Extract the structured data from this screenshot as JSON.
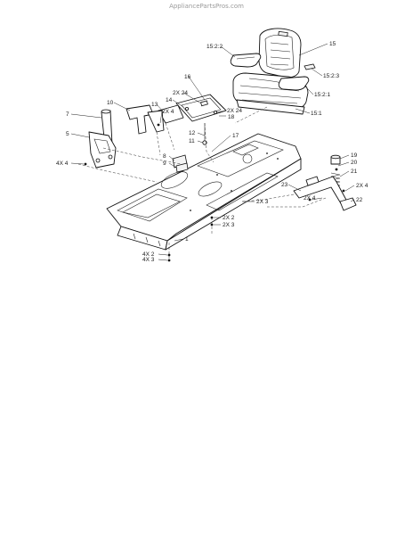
{
  "watermark": "AppliancePartsPros.com",
  "callouts": {
    "c_15": "15",
    "c_15_2_2": "15:2:2",
    "c_15_2_3": "15:2:3",
    "c_15_2_1": "15:2:1",
    "c_15_1": "15:1",
    "c_16": "16",
    "c_2x24_a": "2X 24",
    "c_14": "14",
    "c_2x24_b": "2X 24",
    "c_13": "13",
    "c_18": "18",
    "c_2x4_a": "2X 4",
    "c_10": "10",
    "c_7": "7",
    "c_5": "5",
    "c_12": "12",
    "c_11": "11",
    "c_17": "17",
    "c_8": "8",
    "c_9": "9",
    "c_4x4": "4X 4",
    "c_19": "19",
    "c_20": "20",
    "c_21": "21",
    "c_23": "23",
    "c_2x4_b": "2X 4",
    "c_2x4_c": "2X 4",
    "c_22": "22",
    "c_2x3_a": "2X 3",
    "c_2x2": "2X 2",
    "c_2x3_b": "2X 3",
    "c_1": "1",
    "c_4x2": "4X 2",
    "c_4x3": "4X 3"
  }
}
